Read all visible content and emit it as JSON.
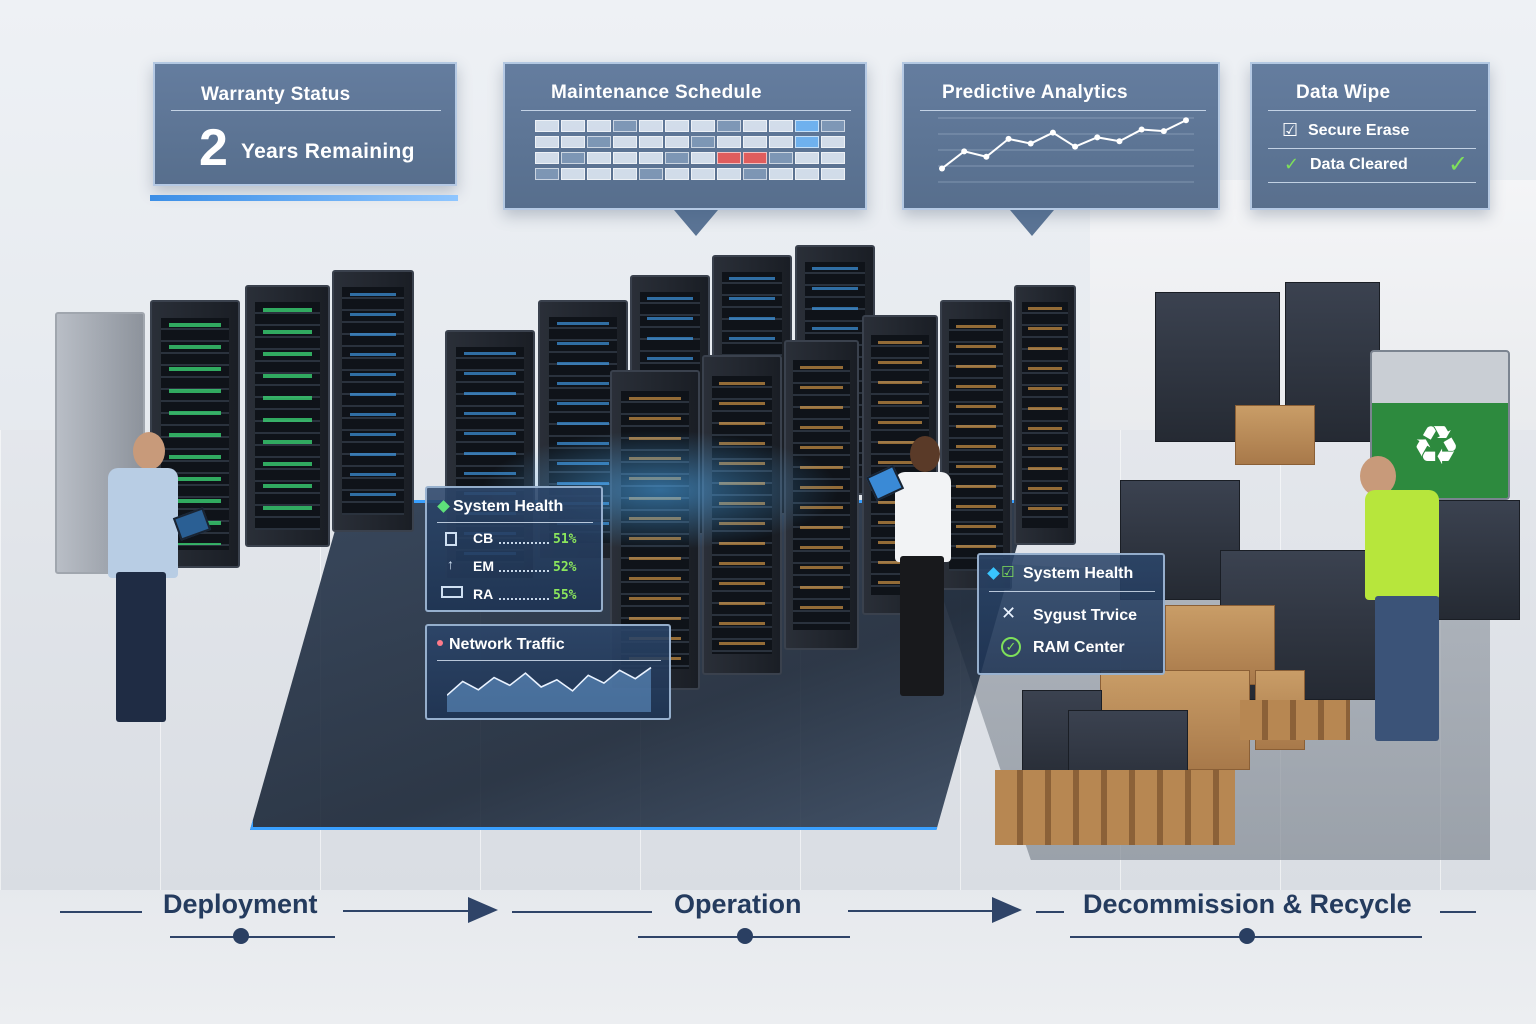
{
  "panels": {
    "warranty": {
      "title": "Warranty Status",
      "big_number": "2",
      "subtitle": "Years Remaining"
    },
    "maintenance": {
      "title": "Maintenance Schedule"
    },
    "analytics": {
      "title": "Predictive Analytics",
      "chart_values": [
        20,
        42,
        35,
        58,
        52,
        66,
        48,
        60,
        55,
        70,
        68,
        82
      ]
    },
    "wipe": {
      "title": "Data Wipe",
      "items": [
        {
          "label": "Secure Erase",
          "icon": "checkbox-icon"
        },
        {
          "label": "Data Cleared",
          "icon": "check-icon"
        }
      ]
    },
    "health_left": {
      "title": "System Health",
      "rows": [
        {
          "label": "CB",
          "value": "51%"
        },
        {
          "label": "EM",
          "value": "52%"
        },
        {
          "label": "RA",
          "value": "55%"
        }
      ]
    },
    "traffic": {
      "title": "Network Traffic",
      "chart_values": [
        30,
        55,
        40,
        62,
        48,
        70,
        45,
        58,
        38,
        66,
        52,
        75,
        60,
        80
      ]
    },
    "health_right": {
      "title": "System Health",
      "rows": [
        {
          "label": "Sygust Trvice",
          "icon": "wrench-icon"
        },
        {
          "label": "RAM Center",
          "icon": "check-circle-icon"
        }
      ]
    }
  },
  "lifecycle": {
    "stages": [
      "Deployment",
      "Operation",
      "Decommission & Recycle"
    ]
  },
  "colors": {
    "accent": "#3aa0ff",
    "status_green": "#7ee05a",
    "stage_text": "#243b5e",
    "alert_red": "#e05d5d"
  }
}
